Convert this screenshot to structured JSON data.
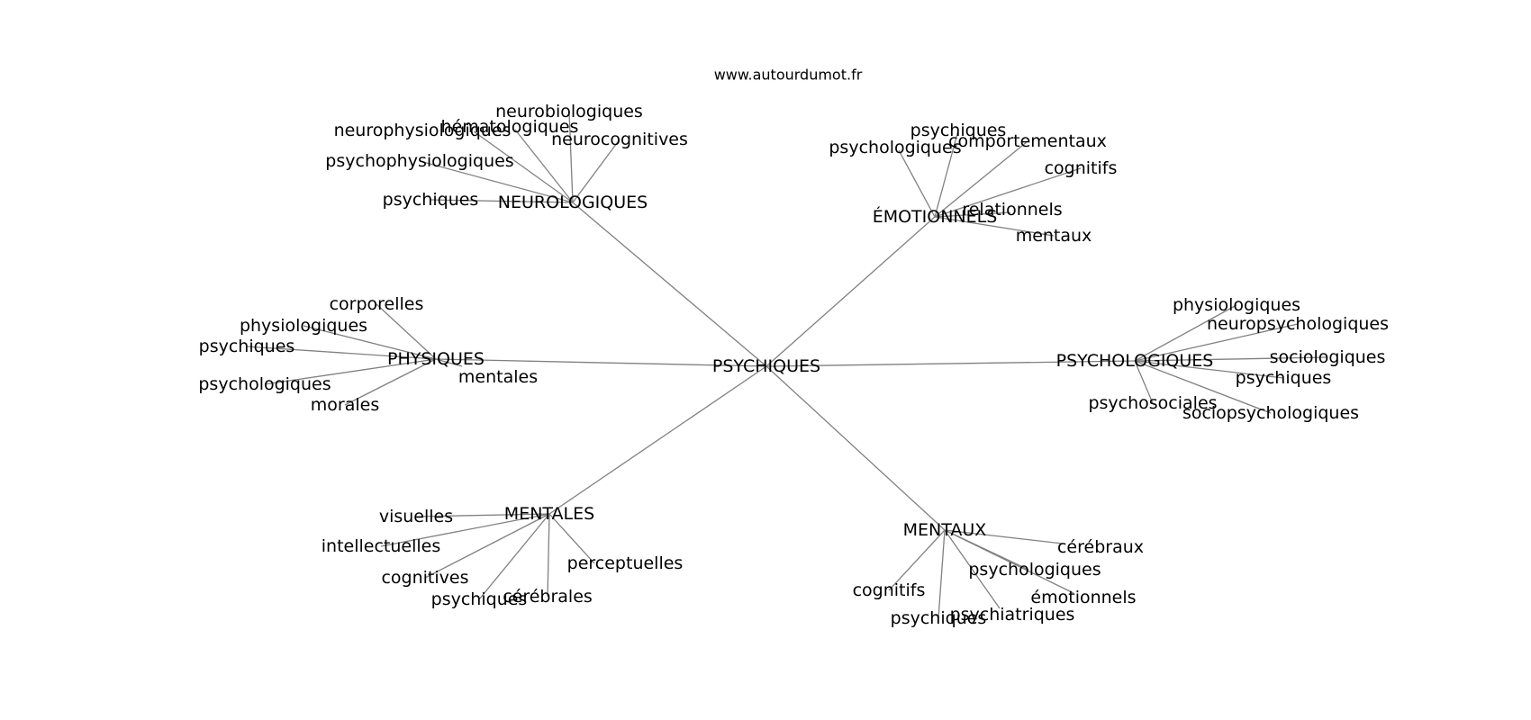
{
  "header": {
    "site": "www.autourdumot.fr"
  },
  "diagram": {
    "center": "PSYCHIQUES",
    "groups": [
      {
        "label": "NEUROLOGIQUES",
        "leaves": [
          "neurobiologiques",
          "hématologiques",
          "neurophysiologiques",
          "neurocognitives",
          "psychophysiologiques",
          "psychiques"
        ]
      },
      {
        "label": "ÉMOTIONNELS",
        "leaves": [
          "psychiques",
          "psychologiques",
          "comportementaux",
          "cognitifs",
          "relationnels",
          "mentaux"
        ]
      },
      {
        "label": "PHYSIQUES",
        "leaves": [
          "corporelles",
          "physiologiques",
          "psychiques",
          "mentales",
          "psychologiques",
          "morales"
        ]
      },
      {
        "label": "PSYCHOLOGIQUES",
        "leaves": [
          "physiologiques",
          "neuropsychologiques",
          "sociologiques",
          "psychiques",
          "psychosociales",
          "sociopsychologiques"
        ]
      },
      {
        "label": "MENTALES",
        "leaves": [
          "visuelles",
          "intellectuelles",
          "perceptuelles",
          "cognitives",
          "psychiques",
          "cérébrales"
        ]
      },
      {
        "label": "MENTAUX",
        "leaves": [
          "cérébraux",
          "psychologiques",
          "cognitifs",
          "émotionnels",
          "psychiatriques",
          "psychiques"
        ]
      }
    ]
  }
}
